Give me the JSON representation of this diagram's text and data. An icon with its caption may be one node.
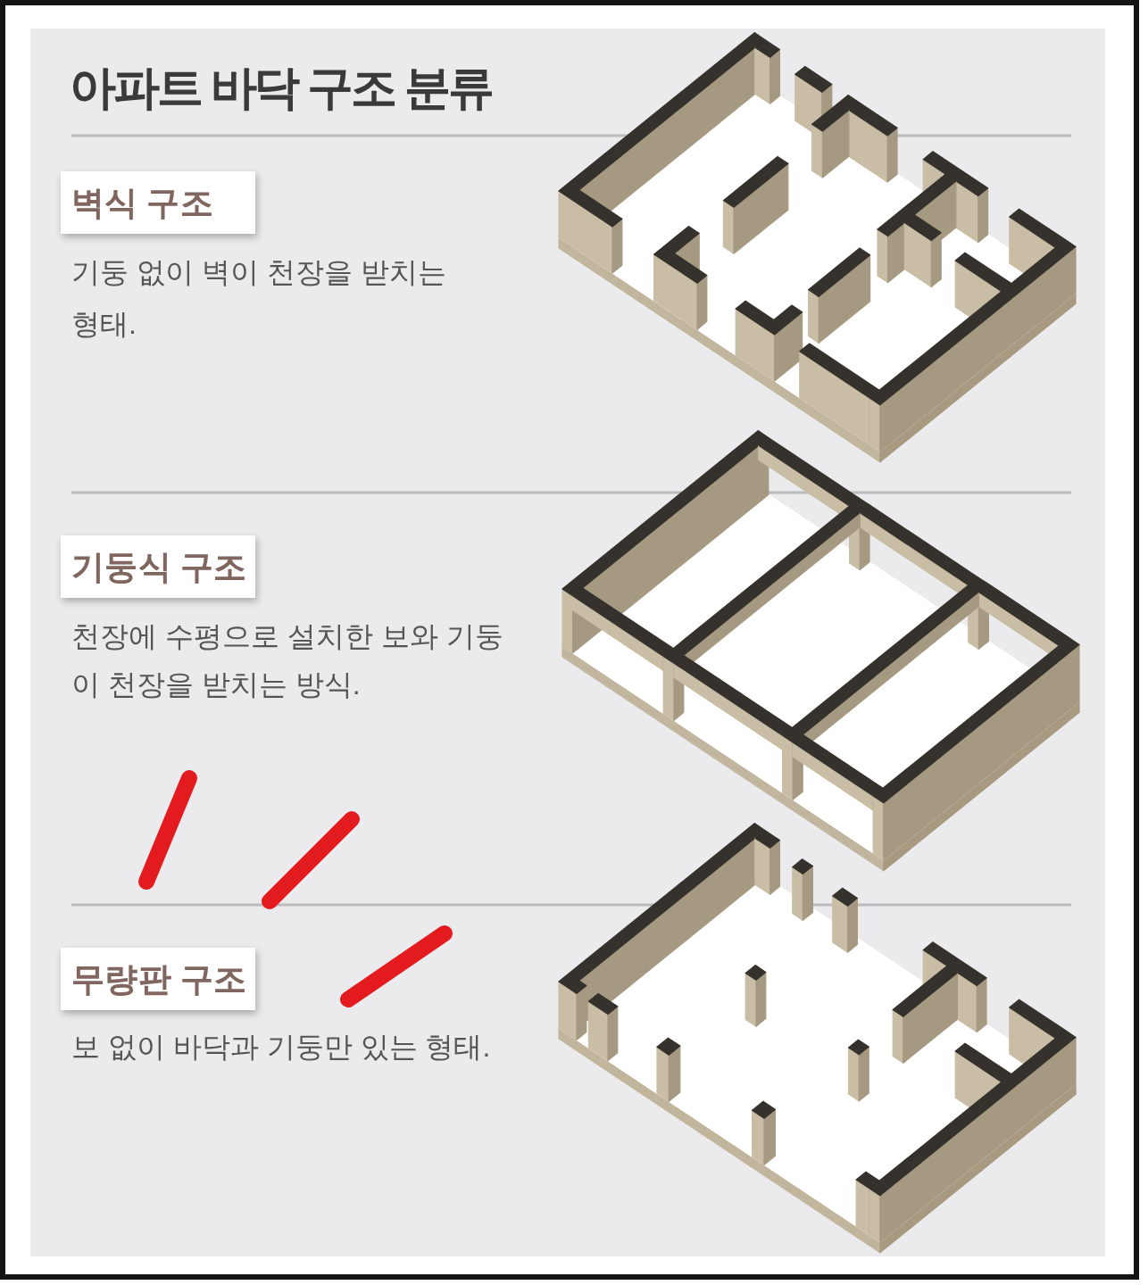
{
  "diagram": {
    "title": "아파트 바닥 구조 분류",
    "nodes": [
      {
        "text": [
          "벽식 구조"
        ],
        "beside": [
          "기둥 없이 벽이 천장을 받치는 형태."
        ]
      },
      {
        "text": [
          "기둥식 구조"
        ],
        "beside": [
          "천장에 수평으로 설치한 보와 기둥이 천장을 받치는 방식."
        ]
      },
      {
        "text": [
          "무량판 구조"
        ],
        "beside": [
          "보 없이 바닥과 기둥만 있는 형태."
        ]
      }
    ]
  }
}
